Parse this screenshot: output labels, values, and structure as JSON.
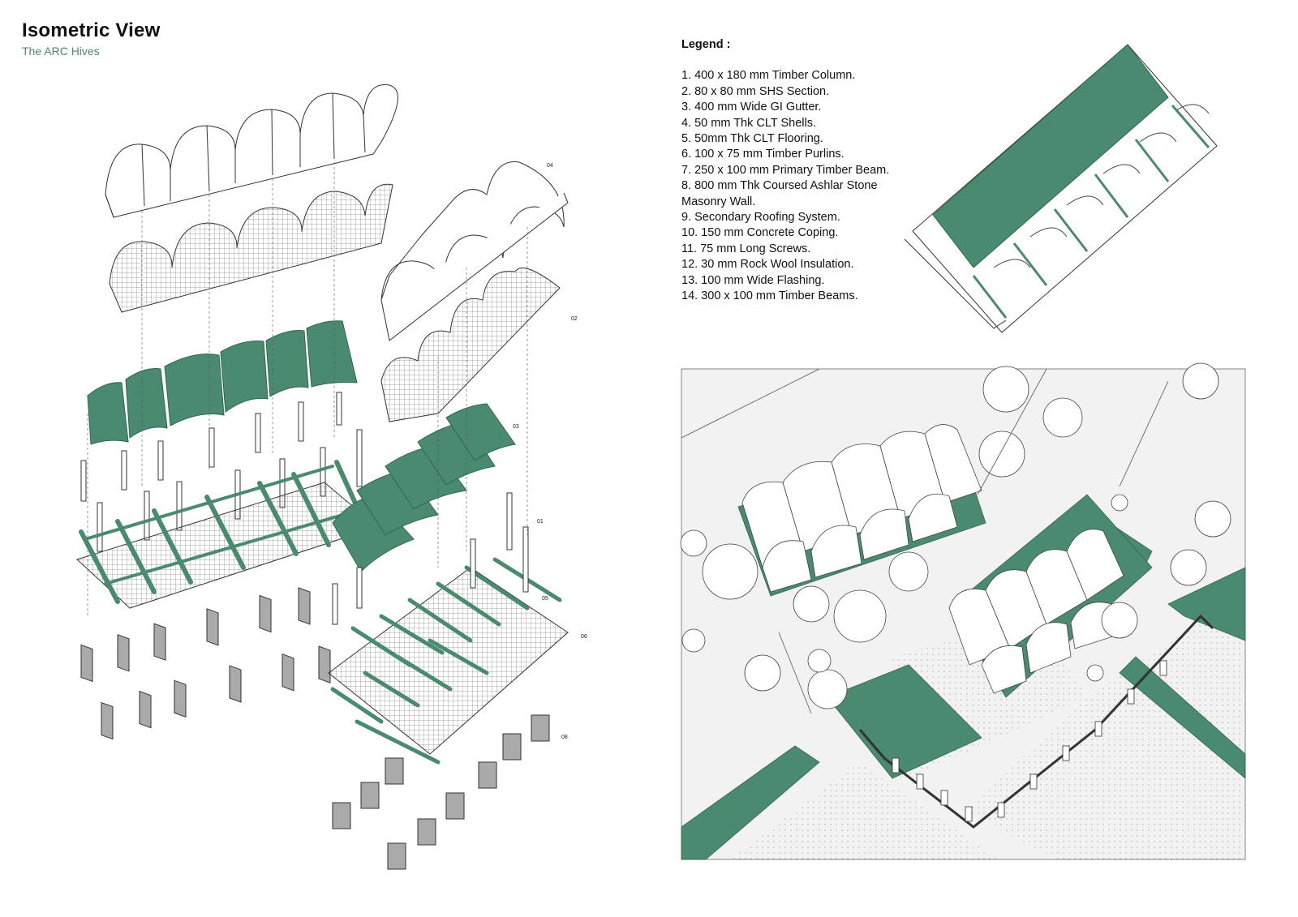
{
  "header": {
    "title": "Isometric View",
    "subtitle": "The ARC Hives"
  },
  "legend": {
    "title": "Legend :",
    "items": [
      "1. 400 x 180 mm Timber Column.",
      "2. 80 x 80 mm SHS Section.",
      "3. 400 mm Wide GI Gutter.",
      "4. 50 mm Thk CLT Shells.",
      "5. 50mm Thk CLT Flooring.",
      "6. 100 x 75 mm Timber Purlins.",
      "7. 250 x 100 mm Primary Timber Beam.",
      "8. 800 mm Thk Coursed Ashlar Stone Masonry Wall.",
      "9. Secondary Roofing System.",
      "10. 150 mm Concrete Coping.",
      "11. 75 mm Long Screws.",
      "12. 30 mm Rock Wool Insulation.",
      "13. 100 mm Wide Flashing.",
      "14. 300 x 100 mm Timber Beams."
    ]
  },
  "exploded_tags": {
    "t04": "04",
    "t02": "02",
    "t03": "03",
    "t01": "01",
    "t05": "05",
    "t06": "06",
    "t08": "08"
  },
  "colors": {
    "accent_green": "#4a8a6e",
    "line": "#333333",
    "site_fill": "#f2f2f2"
  }
}
